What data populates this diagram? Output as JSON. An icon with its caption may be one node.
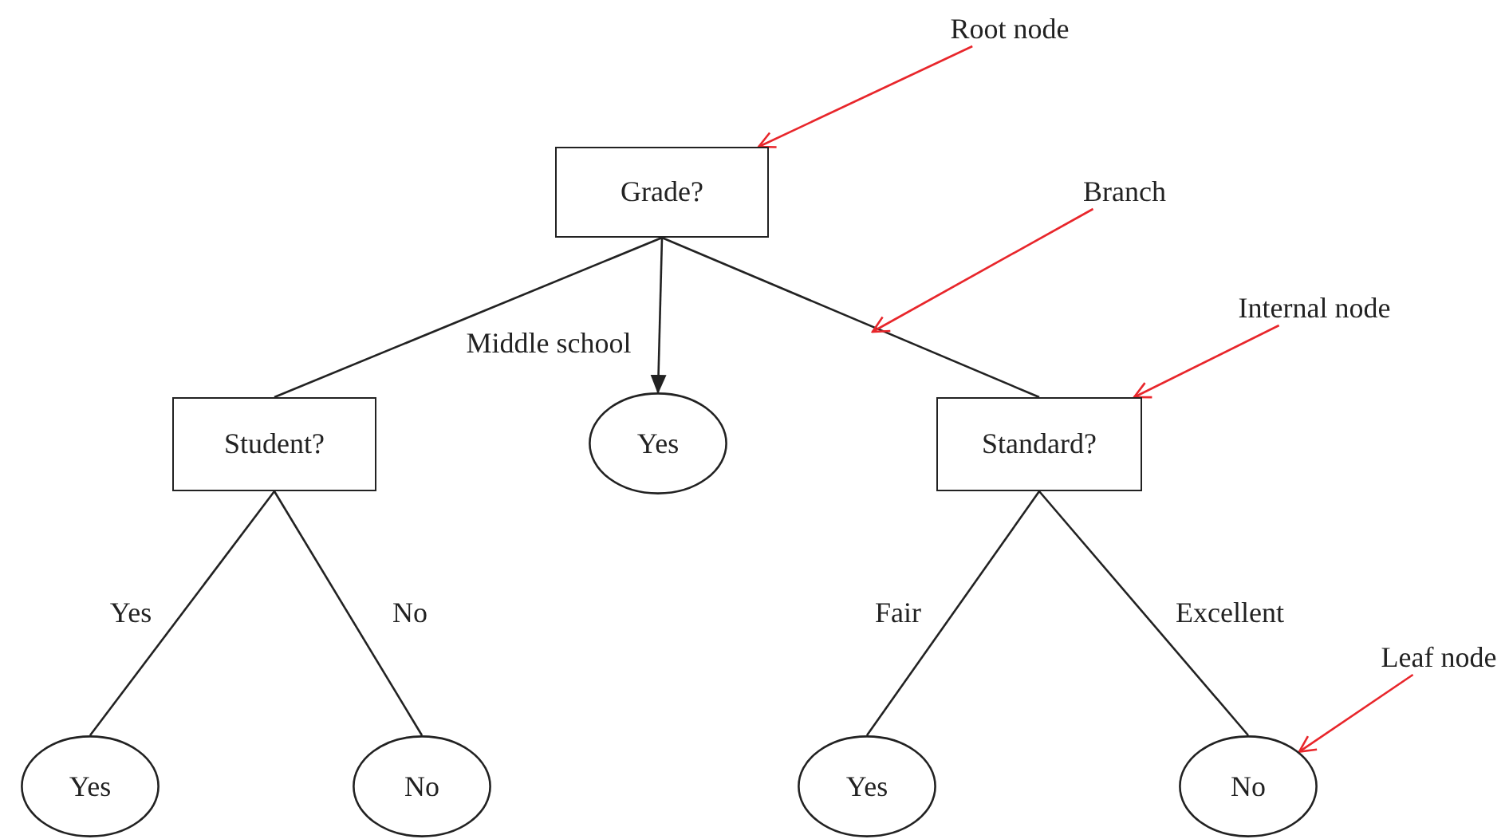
{
  "diagram": {
    "nodes": [
      {
        "text": [
          "Grade?"
        ]
      },
      {
        "text": [
          "Student?"
        ]
      },
      {
        "text": [
          "Yes"
        ]
      },
      {
        "text": [
          "Standard?"
        ]
      },
      {
        "text": [
          "Yes"
        ]
      },
      {
        "text": [
          "No"
        ]
      },
      {
        "text": [
          "Yes"
        ]
      },
      {
        "text": [
          "No"
        ]
      },
      {
        "text": [
          "Root node"
        ]
      },
      {
        "text": [
          "Branch"
        ]
      },
      {
        "text": [
          "Internal node"
        ]
      },
      {
        "text": [
          "Leaf node"
        ]
      }
    ],
    "edges": [
      {
        "from": 0,
        "to": 1,
        "arrow": "none"
      },
      {
        "from": 0,
        "to": 2,
        "arrow": "to",
        "label": "Middle school"
      },
      {
        "from": 0,
        "to": 3,
        "arrow": "none"
      },
      {
        "from": 1,
        "to": 4,
        "arrow": "none",
        "label": "Yes"
      },
      {
        "from": 1,
        "to": 5,
        "arrow": "none",
        "label": "No"
      },
      {
        "from": 3,
        "to": 6,
        "arrow": "none",
        "label": "Fair"
      },
      {
        "from": 3,
        "to": 7,
        "arrow": "none",
        "label": "Excellent"
      },
      {
        "from": 8,
        "to": 0,
        "arrow": "to",
        "color": "#e8262b"
      },
      {
        "from": 9,
        "to": null,
        "arrow": "to",
        "color": "#e8262b"
      },
      {
        "from": 10,
        "to": 3,
        "arrow": "to",
        "color": "#e8262b"
      },
      {
        "from": 11,
        "to": 7,
        "arrow": "to",
        "color": "#e8262b"
      }
    ]
  }
}
